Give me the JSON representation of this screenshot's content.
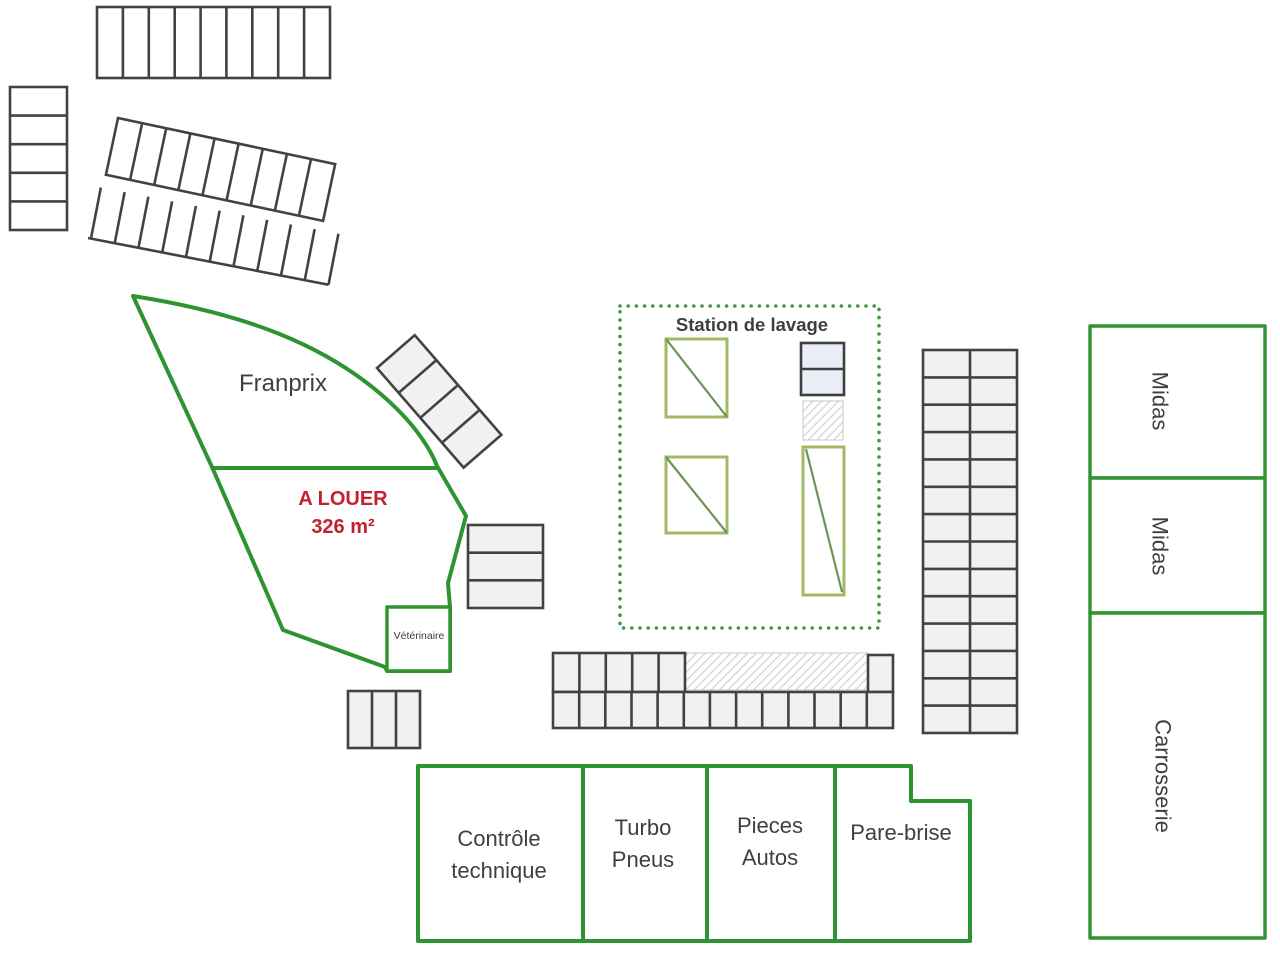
{
  "map": {
    "franprix": {
      "label": "Franprix"
    },
    "a_louer": {
      "line1": "A LOUER",
      "line2": "326 m²"
    },
    "veterinaire": {
      "label": "Vétérinaire"
    },
    "station": {
      "title": "Station de lavage"
    },
    "right_column": {
      "unit1": "Midas",
      "unit2": "Midas",
      "unit3": "Carrosserie"
    },
    "bottom_row": {
      "unit1_line1": "Contrôle",
      "unit1_line2": "technique",
      "unit2_line1": "Turbo",
      "unit2_line2": "Pneus",
      "unit3_line1": "Pieces",
      "unit3_line2": "Autos",
      "unit4": "Pare-brise"
    }
  },
  "colors": {
    "outline_green": "#2e9431",
    "light_green": "#a2b964",
    "dotted_green": "#3a9a48",
    "wash_diag": "#6c9459",
    "red_text": "#c0232b",
    "label_dark": "#3f3f3f",
    "stall_border": "#424242",
    "stall_fill": "#f1f1f1",
    "blue_fill": "#e9eef6"
  }
}
